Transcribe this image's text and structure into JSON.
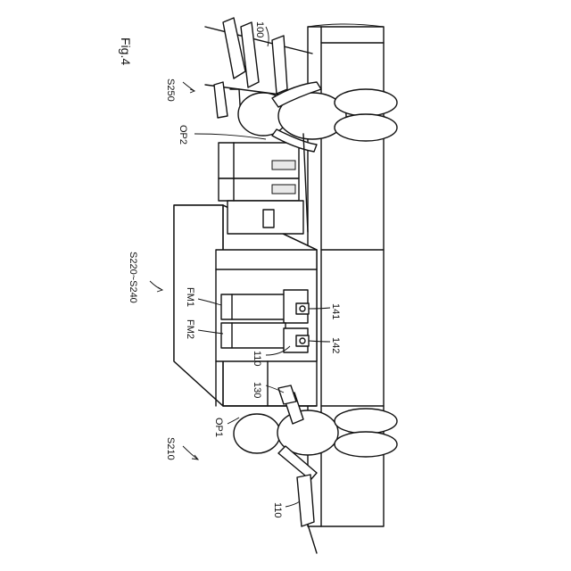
{
  "figure": {
    "title": "Fig.4"
  },
  "labels": {
    "s210": "S210",
    "s220_s240": "S220~S240",
    "s250": "S250",
    "op1": "OP1",
    "op2": "OP2",
    "fm1": "FM1",
    "fm2": "FM2",
    "ref_100": "100",
    "ref_110_bottom": "110",
    "ref_110_mid": "110",
    "ref_130": "130",
    "ref_141": "141",
    "ref_142": "142"
  }
}
